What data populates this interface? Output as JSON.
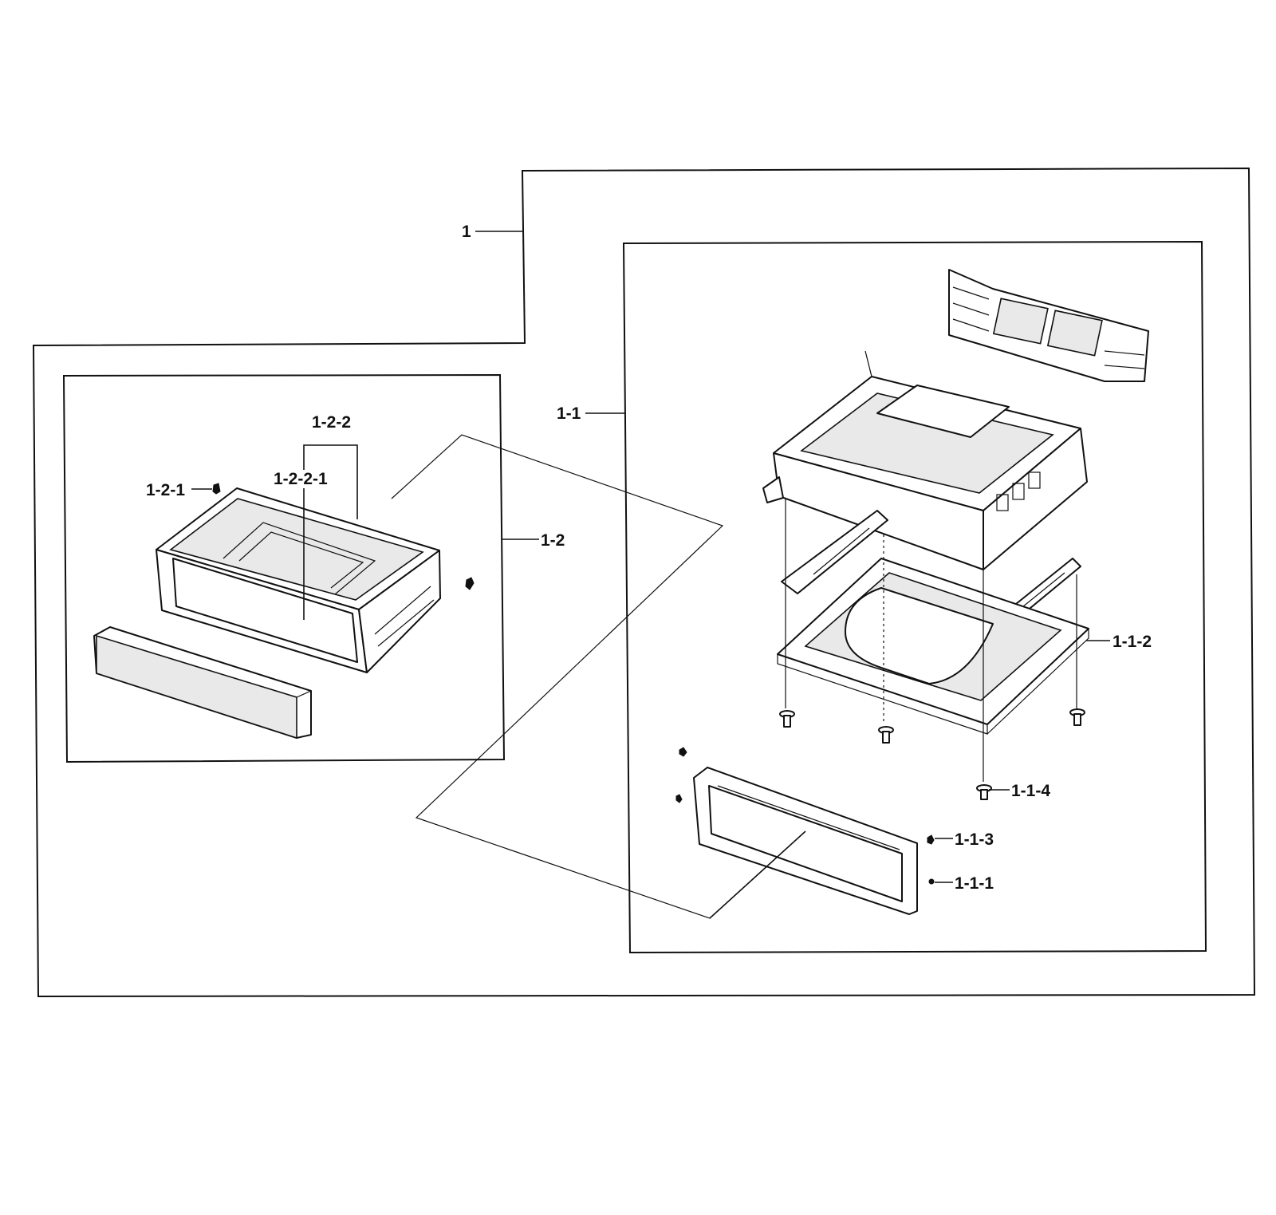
{
  "diagram": {
    "callouts": {
      "c1": "1",
      "c1_1": "1-1",
      "c1_1_1": "1-1-1",
      "c1_1_2": "1-1-2",
      "c1_1_3": "1-1-3",
      "c1_1_4": "1-1-4",
      "c1_2": "1-2",
      "c1_2_1": "1-2-1",
      "c1_2_2": "1-2-2",
      "c1_2_2_1": "1-2-2-1"
    }
  }
}
